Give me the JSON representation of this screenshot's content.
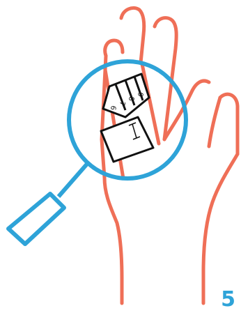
{
  "step": {
    "number": "5"
  },
  "tape": {
    "digits": [
      "6",
      "7",
      "8",
      "9"
    ]
  },
  "colors": {
    "hand_outline": "#ef6f57",
    "magnifier": "#2ea3d8",
    "tape_outline": "#111111",
    "background": "#ffffff"
  },
  "icons": {
    "hand": "hand-outline-icon",
    "magnifier": "magnifying-glass-icon",
    "tape": "measuring-tape-icon"
  }
}
